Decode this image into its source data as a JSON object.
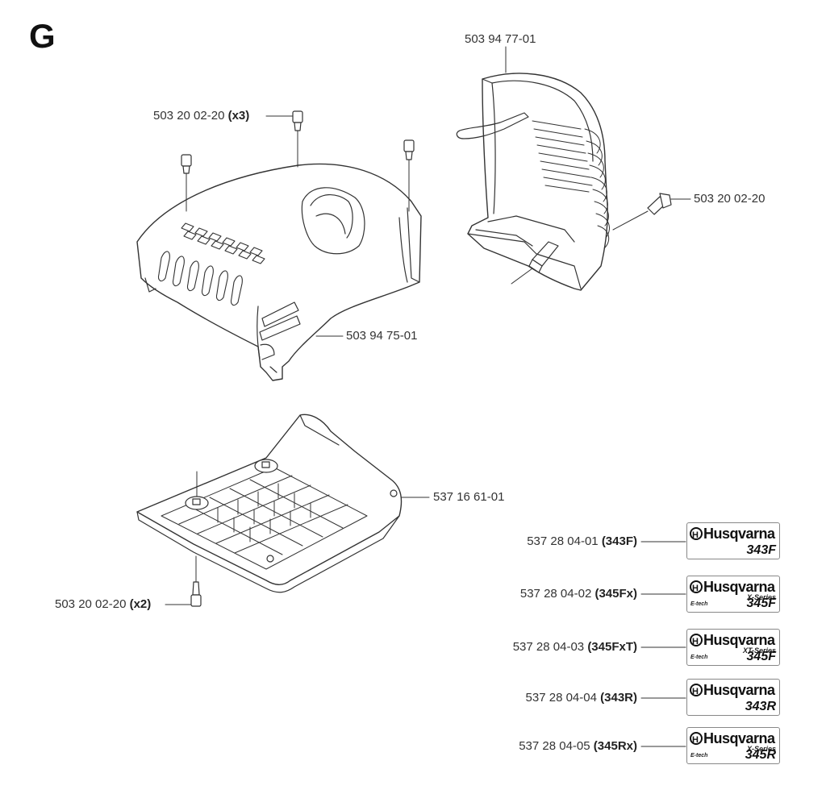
{
  "section_letter": "G",
  "callouts": {
    "screw_top": {
      "part": "503 20 02-20",
      "qty": "(x3)"
    },
    "rear_cover": {
      "part": "503 94 77-01"
    },
    "rear_screw": {
      "part": "503 20 02-20"
    },
    "front_cover": {
      "part": "503 94 75-01"
    },
    "base_plate": {
      "part": "537 16 61-01"
    },
    "screw_bottom": {
      "part": "503 20 02-20",
      "qty": "(x2)"
    }
  },
  "decals": [
    {
      "part": "537 28 04-01",
      "model_code": "(343F)",
      "brand": "Husqvarna",
      "series": "",
      "etech": "",
      "model": "343F"
    },
    {
      "part": "537 28 04-02",
      "model_code": "(345Fx)",
      "brand": "Husqvarna",
      "series": "X-Series",
      "etech": "E-tech",
      "model": "345F"
    },
    {
      "part": "537 28 04-03",
      "model_code": "(345FxT)",
      "brand": "Husqvarna",
      "series": "XT-Series",
      "etech": "E-tech",
      "model": "345F"
    },
    {
      "part": "537 28 04-04",
      "model_code": "(343R)",
      "brand": "Husqvarna",
      "series": "",
      "etech": "",
      "model": "343R"
    },
    {
      "part": "537 28 04-05",
      "model_code": "(345Rx)",
      "brand": "Husqvarna",
      "series": "X-Series",
      "etech": "E-tech",
      "model": "345R"
    }
  ]
}
